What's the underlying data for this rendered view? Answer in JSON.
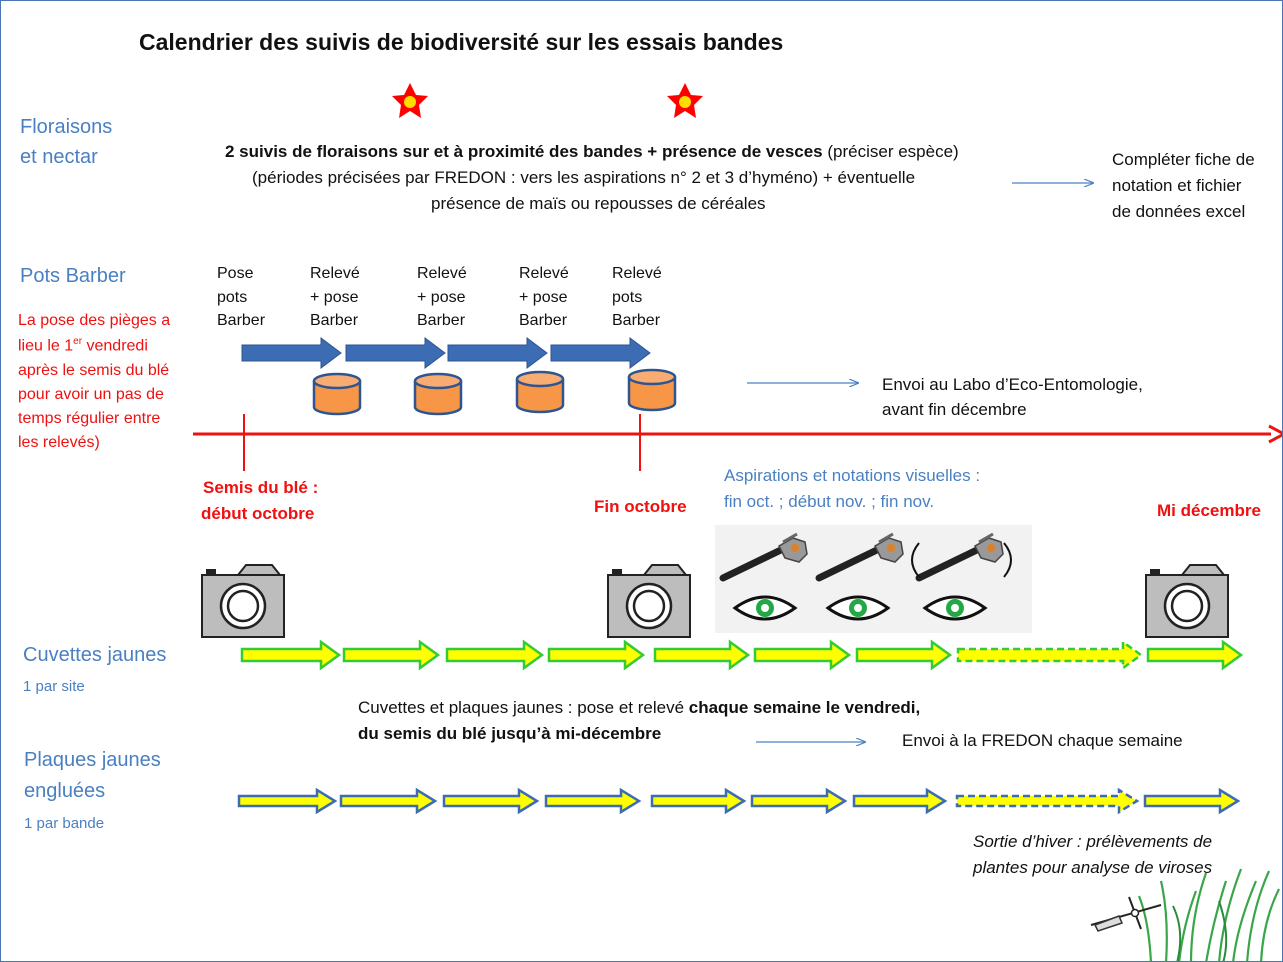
{
  "title": "Calendrier des suivis de biodiversité sur les essais bandes",
  "floraisons": {
    "label_line1": "Floraisons",
    "label_line2": "et nectar",
    "desc_line1_bold": "2 suivis de floraisons sur et à proximité des bandes + présence de vesces",
    "desc_line1_rest": " (préciser espèce)",
    "desc_line2": "(périodes précisées par FREDON : vers les  aspirations n° 2 et 3 d’hyméno) + éventuelle",
    "desc_line3": "présence de maïs ou repousses de céréales",
    "action_line1": "Compléter fiche de",
    "action_line2": "notation et fichier",
    "action_line3": "de données excel"
  },
  "pots_barber": {
    "label": "Pots Barber",
    "note_lines": [
      "La pose des pièges a",
      "lieu le 1",
      "après le semis du blé",
      "pour avoir un pas de",
      "temps régulier entre",
      "les relevés)"
    ],
    "note_sup": "er",
    "note_after_sup": " vendredi",
    "steps": [
      [
        "Pose",
        "pots",
        "Barber"
      ],
      [
        "Relevé",
        "+ pose",
        "Barber"
      ],
      [
        "Relevé",
        "+ pose",
        "Barber"
      ],
      [
        "Relevé",
        "+ pose",
        "Barber"
      ],
      [
        "Relevé",
        "pots",
        "Barber"
      ]
    ],
    "send_line1": "Envoi au Labo d’Eco-Entomologie,",
    "send_line2": "avant fin décembre"
  },
  "timeline": {
    "semis_line1": "Semis du blé :",
    "semis_line2": "début octobre",
    "fin_octobre": "Fin octobre",
    "mi_decembre": "Mi décembre",
    "aspirations_line1": "Aspirations et notations visuelles :",
    "aspirations_line2": "fin oct. ; début nov. ; fin nov."
  },
  "cuvettes": {
    "label": "Cuvettes jaunes",
    "sub": "1 par site",
    "desc_line1_normal": "Cuvettes et plaques jaunes : pose et relevé ",
    "desc_line1_bold": "chaque semaine le vendredi,",
    "desc_line2_bold": "du semis du blé jusqu’à mi-décembre",
    "send": "Envoi à la FREDON chaque semaine"
  },
  "plaques": {
    "label_line1": "Plaques jaunes",
    "label_line2": "engluées",
    "sub": "1 par bande",
    "winter_line1": "Sortie d’hiver : prélèvements de",
    "winter_line2": "plantes  pour analyse de viroses"
  },
  "colors": {
    "blue_text": "#4a80c2",
    "red": "#f01010",
    "arrow_blue": "#3c6cb4",
    "pot_orange": "#f79646",
    "yellow": "#ffff00",
    "green": "#33cc33"
  }
}
